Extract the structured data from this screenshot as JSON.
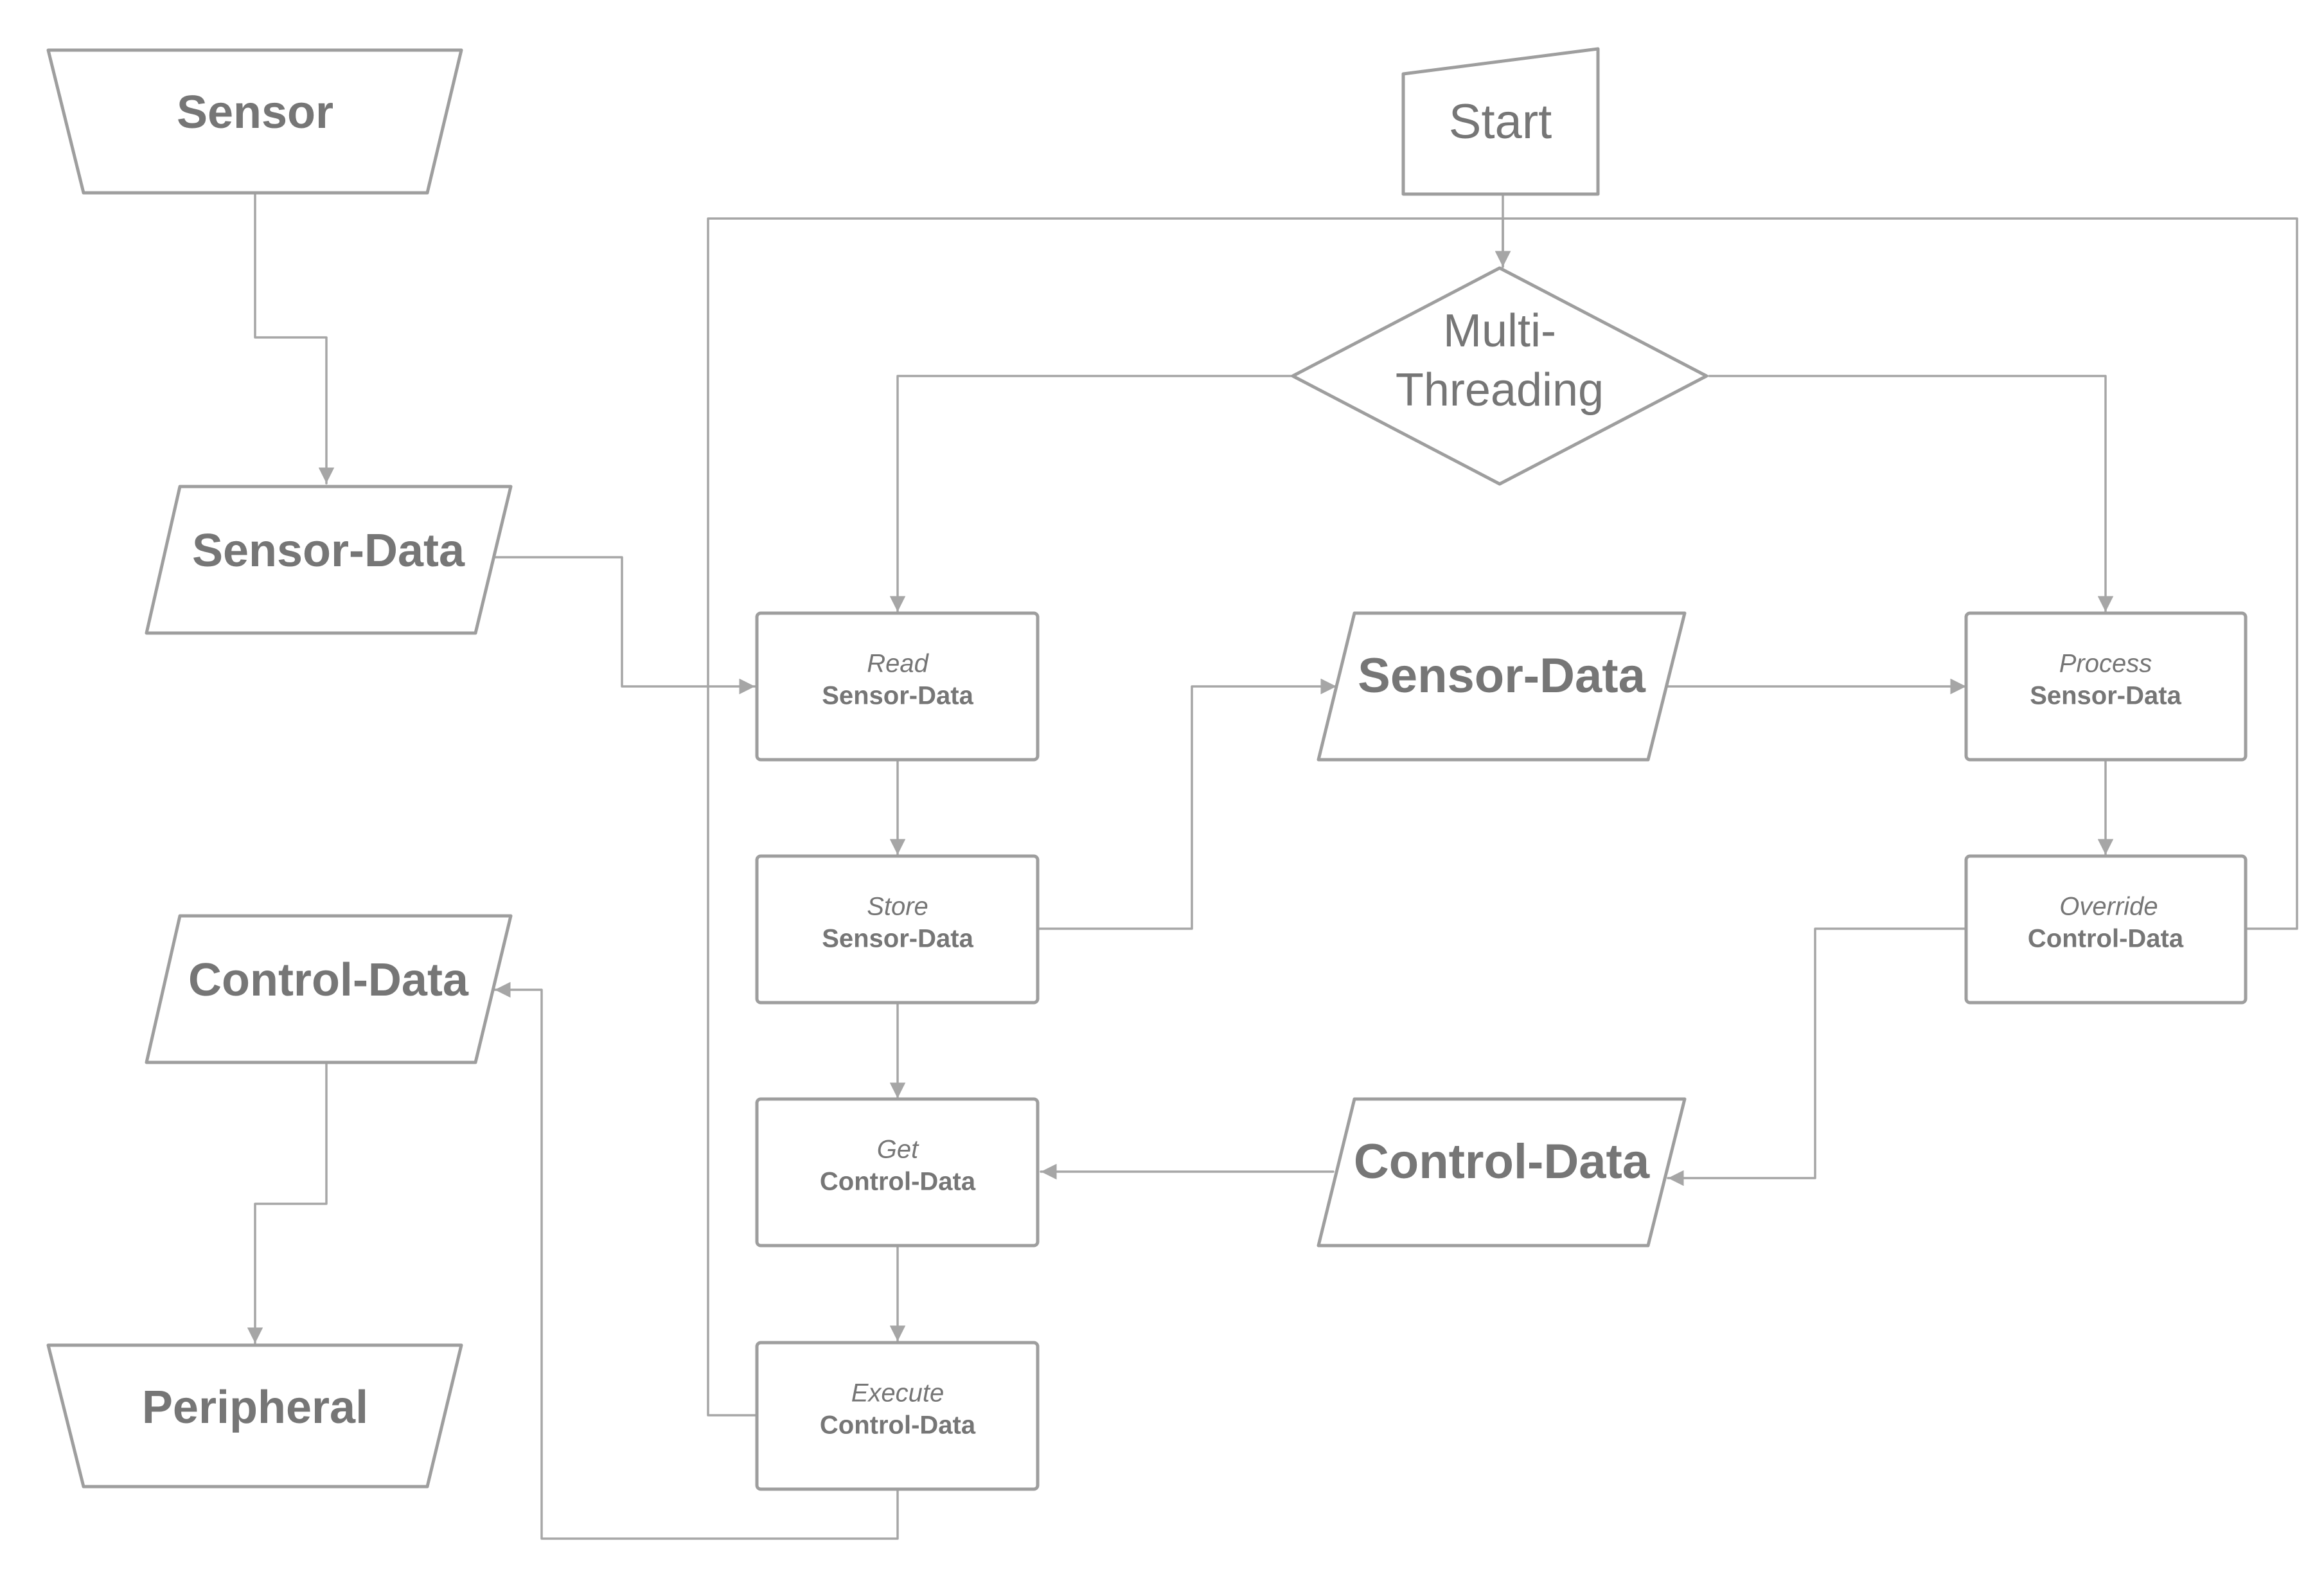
{
  "nodes": {
    "sensor": {
      "label": "Sensor"
    },
    "sensor_data_input": {
      "label": "Sensor-Data"
    },
    "control_data_output": {
      "label": "Control-Data"
    },
    "peripheral": {
      "label": "Peripheral"
    },
    "start": {
      "label": "Start"
    },
    "multi_threading": {
      "line1": "Multi-",
      "line2": "Threading"
    },
    "read_sensor_data": {
      "verb": "Read",
      "object": "Sensor-Data"
    },
    "store_sensor_data": {
      "verb": "Store",
      "object": "Sensor-Data"
    },
    "get_control_data": {
      "verb": "Get",
      "object": "Control-Data"
    },
    "execute_control_data": {
      "verb": "Execute",
      "object": "Control-Data"
    },
    "sensor_data_store": {
      "label": "Sensor-Data"
    },
    "process_sensor_data": {
      "verb": "Process",
      "object": "Sensor-Data"
    },
    "override_control_data": {
      "verb": "Override",
      "object": "Control-Data"
    },
    "control_data_store": {
      "label": "Control-Data"
    }
  },
  "edges": [
    {
      "from": "sensor",
      "to": "sensor_data_input"
    },
    {
      "from": "sensor_data_input",
      "to": "read_sensor_data"
    },
    {
      "from": "start",
      "to": "multi_threading"
    },
    {
      "from": "multi_threading",
      "to": "read_sensor_data"
    },
    {
      "from": "multi_threading",
      "to": "process_sensor_data"
    },
    {
      "from": "read_sensor_data",
      "to": "store_sensor_data"
    },
    {
      "from": "store_sensor_data",
      "to": "sensor_data_store"
    },
    {
      "from": "sensor_data_store",
      "to": "process_sensor_data"
    },
    {
      "from": "process_sensor_data",
      "to": "override_control_data"
    },
    {
      "from": "override_control_data",
      "to": "control_data_store"
    },
    {
      "from": "override_control_data",
      "to": "multi_threading"
    },
    {
      "from": "control_data_store",
      "to": "get_control_data"
    },
    {
      "from": "store_sensor_data",
      "to": "get_control_data"
    },
    {
      "from": "get_control_data",
      "to": "execute_control_data"
    },
    {
      "from": "execute_control_data",
      "to": "control_data_output"
    },
    {
      "from": "execute_control_data",
      "to": "multi_threading"
    },
    {
      "from": "control_data_output",
      "to": "peripheral"
    }
  ]
}
